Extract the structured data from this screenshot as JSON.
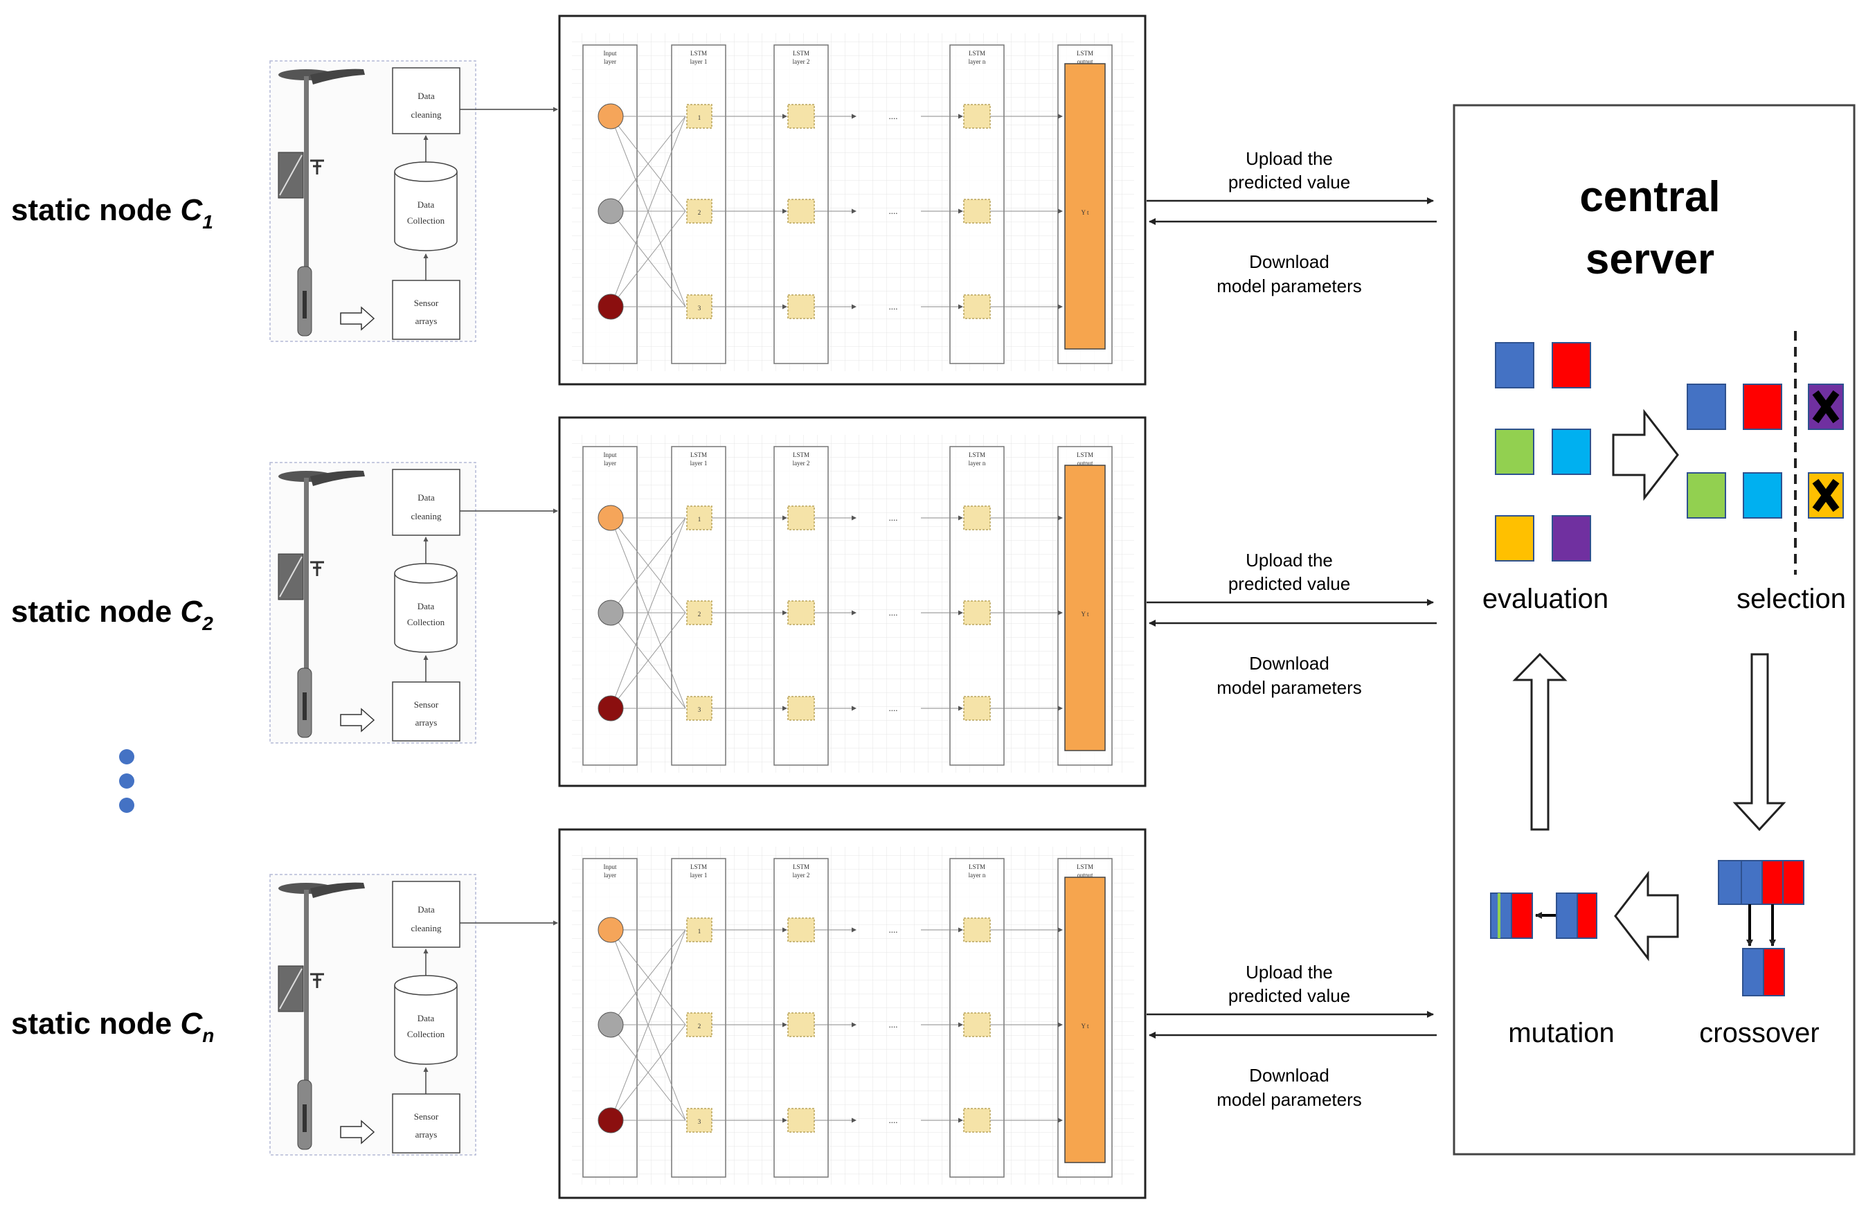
{
  "nodes": [
    {
      "label": "static node ",
      "sub": "1",
      "sub_prefix": "C",
      "pipeline": {
        "clean": [
          "Data",
          "cleaning"
        ],
        "collect": [
          "Data",
          "Collection"
        ],
        "sensor": [
          "Sensor",
          "arrays"
        ]
      },
      "lstm": {
        "cols": [
          [
            "Input",
            "layer"
          ],
          [
            "LSTM",
            "layer 1"
          ],
          [
            "LSTM",
            "layer 2"
          ],
          [
            "LSTM",
            "layer n"
          ],
          [
            "LSTM",
            "output"
          ]
        ],
        "cells": [
          "1",
          "2",
          "3"
        ],
        "dots": "....",
        "out": "Y t"
      },
      "upload": [
        "Upload the",
        "predicted value"
      ],
      "download": [
        "Download",
        "model parameters"
      ]
    },
    {
      "label": "static node ",
      "sub": "2",
      "sub_prefix": "C",
      "pipeline": {
        "clean": [
          "Data",
          "cleaning"
        ],
        "collect": [
          "Data",
          "Collection"
        ],
        "sensor": [
          "Sensor",
          "arrays"
        ]
      },
      "lstm": {
        "cols": [
          [
            "Input",
            "layer"
          ],
          [
            "LSTM",
            "layer 1"
          ],
          [
            "LSTM",
            "layer 2"
          ],
          [
            "LSTM",
            "layer n"
          ],
          [
            "LSTM",
            "output"
          ]
        ],
        "cells": [
          "1",
          "2",
          "3"
        ],
        "dots": "....",
        "out": "Y t"
      },
      "upload": [
        "Upload the",
        "predicted value"
      ],
      "download": [
        "Download",
        "model parameters"
      ]
    },
    {
      "label": "static node ",
      "sub": "n",
      "sub_prefix": "C",
      "pipeline": {
        "clean": [
          "Data",
          "cleaning"
        ],
        "collect": [
          "Data",
          "Collection"
        ],
        "sensor": [
          "Sensor",
          "arrays"
        ]
      },
      "lstm": {
        "cols": [
          [
            "Input",
            "layer"
          ],
          [
            "LSTM",
            "layer 1"
          ],
          [
            "LSTM",
            "layer 2"
          ],
          [
            "LSTM",
            "layer n"
          ],
          [
            "LSTM",
            "output"
          ]
        ],
        "cells": [
          "1",
          "2",
          "3"
        ],
        "dots": "....",
        "out": "Y t"
      },
      "upload": [
        "Upload the",
        "predicted value"
      ],
      "download": [
        "Download",
        "model parameters"
      ]
    }
  ],
  "server": {
    "title": [
      "central",
      "server"
    ],
    "stages": {
      "evaluation": "evaluation",
      "selection": "selection",
      "crossover": "crossover",
      "mutation": "mutation"
    }
  },
  "colors": {
    "blue": "#4472c4",
    "red": "#ff0000",
    "green": "#92d050",
    "cyan": "#00b0f0",
    "yellow": "#ffc000",
    "purple": "#7030a0",
    "orange": "#f6a54e",
    "input_orange": "#f5a55a",
    "input_grey": "#a6a6a6",
    "input_darkred": "#8b0f0f",
    "lstm_cell": "#f5e3a8",
    "ellipsis_dots": "#4472c4"
  },
  "icons": [
    "street-lamp-sensor-icon",
    "hollow-right-arrow-icon",
    "hollow-up-arrow-icon",
    "hollow-down-arrow-icon",
    "hollow-left-arrow-icon",
    "cross-mark-icon"
  ]
}
